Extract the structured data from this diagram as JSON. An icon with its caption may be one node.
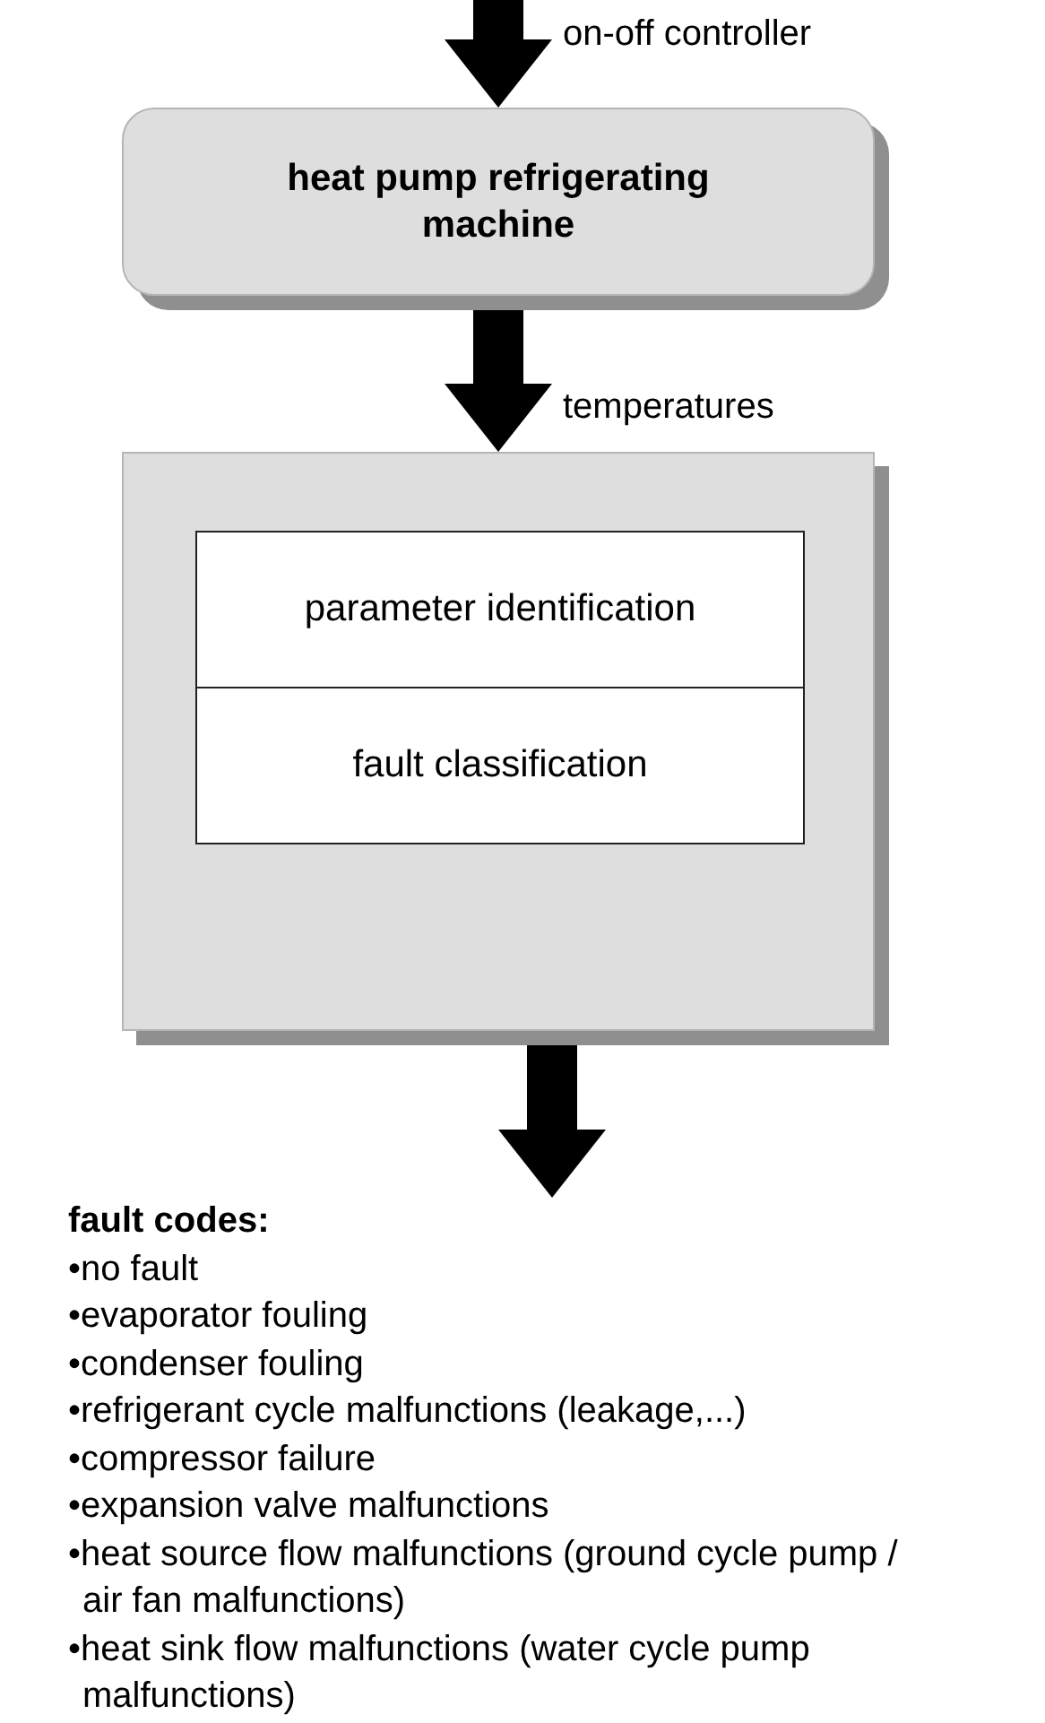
{
  "diagram": {
    "nodes": [
      {
        "text": [
          "heat pump refrigerating machine"
        ]
      },
      {
        "text": [],
        "shape": "box"
      },
      {
        "text": [
          "parameter identification"
        ],
        "in": 1
      },
      {
        "text": [
          "fault classification"
        ],
        "in": 1
      },
      {
        "text": [
          "fault codes:",
          "•no fault",
          "•evaporator fouling",
          "•condenser fouling",
          "•refrigerant cycle malfunctions (leakage,...)",
          "•compressor failure",
          "•expansion valve malfunctions",
          "•heat source flow malfunctions (ground cycle pump / air fan malfunctions)",
          "•heat sink flow malfunctions (water cycle pump malfunctions)"
        ]
      }
    ],
    "edges": [
      {
        "from": null,
        "to": 0,
        "arrow": "to",
        "label": "on-off controller"
      },
      {
        "from": 0,
        "to": 1,
        "arrow": "to",
        "label": "temperatures"
      },
      {
        "from": 1,
        "to": 4,
        "arrow": "to"
      }
    ]
  }
}
